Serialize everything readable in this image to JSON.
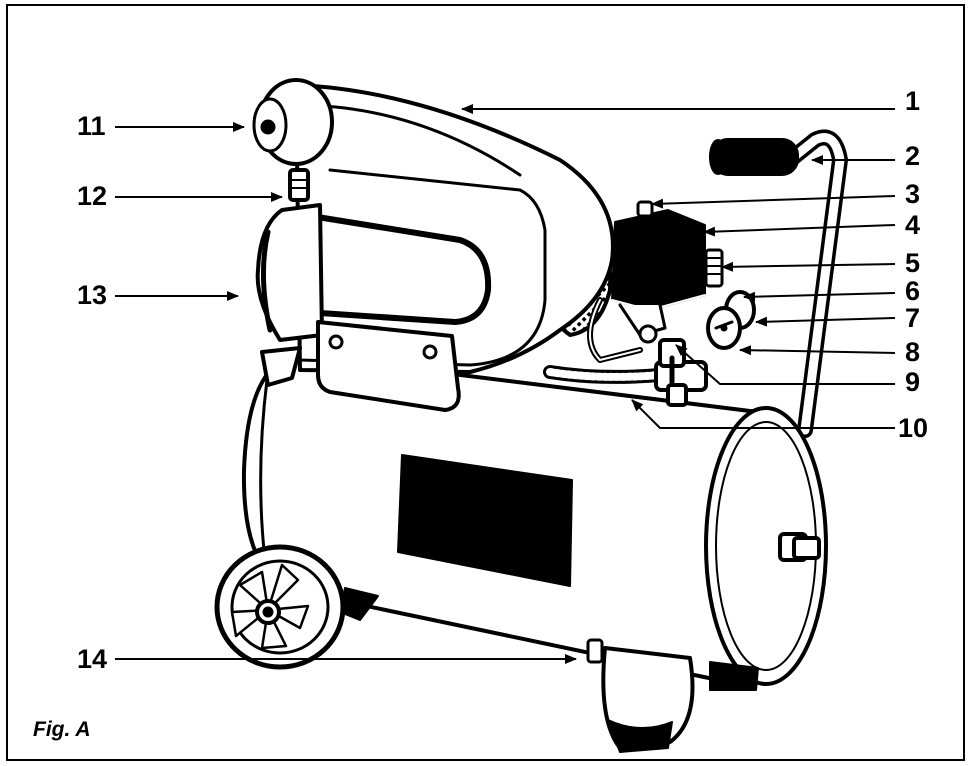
{
  "figure": {
    "caption": "Fig. A",
    "callouts": [
      "1",
      "2",
      "3",
      "4",
      "5",
      "6",
      "7",
      "8",
      "9",
      "10",
      "11",
      "12",
      "13",
      "14"
    ]
  }
}
